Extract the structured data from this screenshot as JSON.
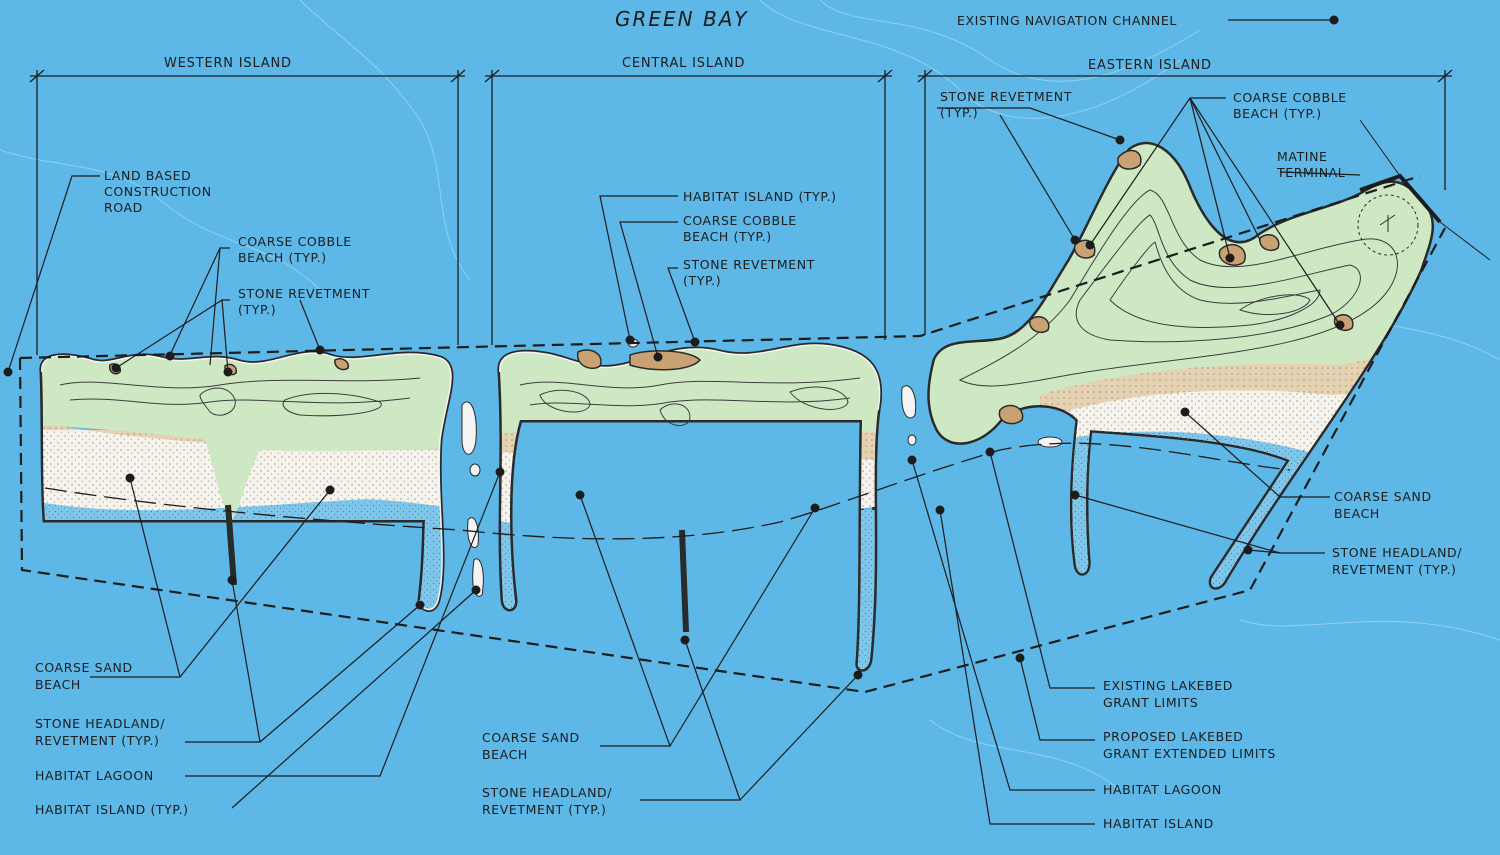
{
  "title": "GREEN BAY",
  "legend": {
    "nav_channel": "EXISTING NAVIGATION CHANNEL"
  },
  "sections": {
    "western": "WESTERN ISLAND",
    "central": "CENTRAL ISLAND",
    "eastern": "EASTERN ISLAND"
  },
  "labels": {
    "land_road": [
      "LAND BASED",
      "CONSTRUCTION",
      "ROAD"
    ],
    "w_cobble": [
      "COARSE COBBLE",
      "BEACH (TYP.)"
    ],
    "w_revetment": [
      "STONE REVETMENT",
      "(TYP.)"
    ],
    "c_habitat_island": [
      "HABITAT ISLAND (TYP.)"
    ],
    "c_cobble": [
      "COARSE COBBLE",
      "BEACH (TYP.)"
    ],
    "c_revetment": [
      "STONE REVETMENT",
      "(TYP.)"
    ],
    "e_revetment": [
      "STONE REVETMENT",
      "(TYP.)"
    ],
    "e_cobble": [
      "COARSE COBBLE",
      "BEACH (TYP.)"
    ],
    "e_terminal": [
      "MATINE",
      "TERMINAL"
    ],
    "w_sand": [
      "COARSE SAND",
      "BEACH"
    ],
    "w_headland": [
      "STONE HEADLAND/",
      "REVETMENT (TYP.)"
    ],
    "w_lagoon": [
      "HABITAT LAGOON"
    ],
    "w_habitat_island": [
      "HABITAT ISLAND (TYP.)"
    ],
    "c_sand": [
      "COARSE SAND",
      "BEACH"
    ],
    "c_headland": [
      "STONE HEADLAND/",
      "REVETMENT (TYP.)"
    ],
    "e_sand": [
      "COARSE SAND",
      "BEACH"
    ],
    "e_headland": [
      "STONE HEADLAND/",
      "REVETMENT (TYP.)"
    ],
    "existing_grant": [
      "EXISTING LAKEBED",
      "GRANT LIMITS"
    ],
    "proposed_grant": [
      "PROPOSED LAKEBED",
      "GRANT EXTENDED LIMITS"
    ],
    "e_lagoon": [
      "HABITAT LAGOON"
    ],
    "e_habitat_island": [
      "HABITAT ISLAND"
    ]
  },
  "colors": {
    "water": "#5db8e8",
    "lagoon": "#7ec6ea",
    "island_green": "#cfe8c4",
    "coarse_sand": "#e4d2b2",
    "fine_sand": "#f6f3ec",
    "cobble": "#c9a173",
    "ink": "#1c1c1c"
  }
}
